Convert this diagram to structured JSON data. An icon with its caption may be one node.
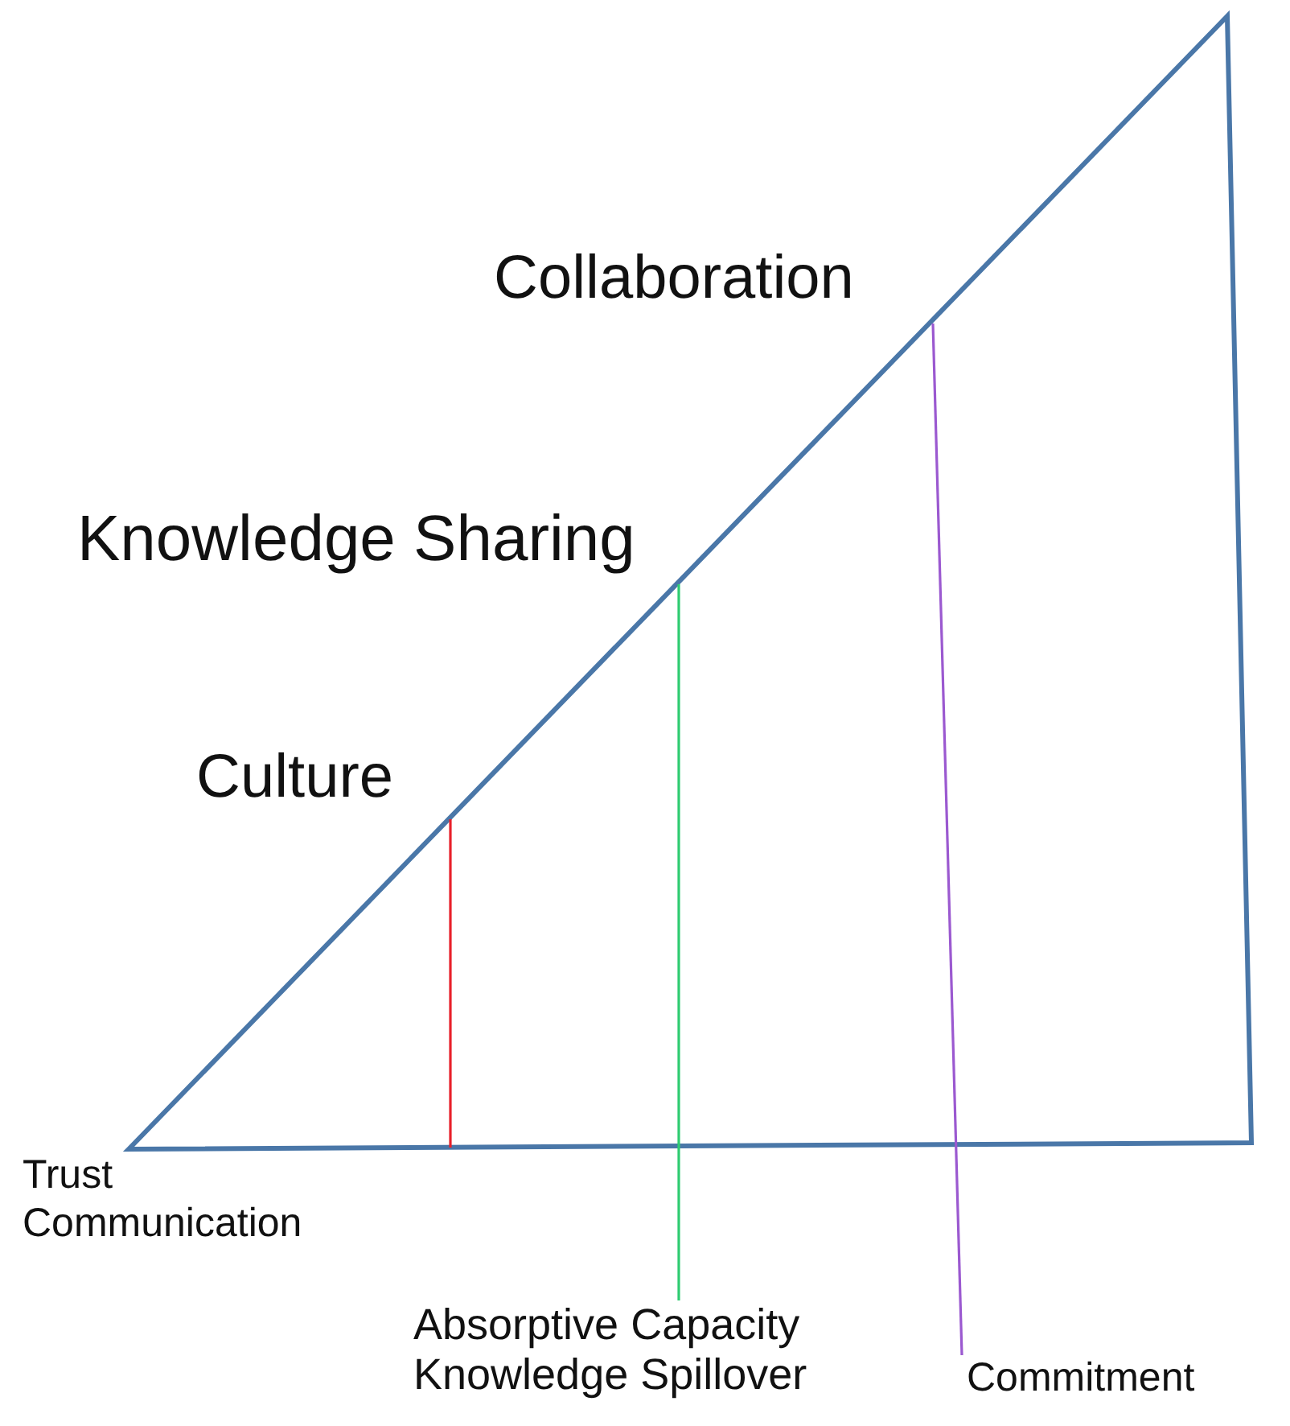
{
  "diagram": {
    "nodes": [
      {
        "text": [
          "Culture"
        ]
      },
      {
        "text": [
          "Knowledge Sharing"
        ]
      },
      {
        "text": [
          "Collaboration"
        ]
      },
      {
        "text": [
          "Absorptive Capacity",
          "Knowledge Spillover"
        ]
      },
      {
        "text": [
          "Commitment"
        ]
      }
    ],
    "edges": [
      {
        "from": null,
        "to": 0,
        "arrow": "none",
        "color": "#e8202a"
      },
      {
        "from": 3,
        "to": 1,
        "arrow": "none",
        "color": "#2ecc71"
      },
      {
        "from": 4,
        "to": 2,
        "arrow": "none",
        "color": "#9b59d0"
      }
    ],
    "labels": [
      "Trust",
      "Communication"
    ]
  }
}
